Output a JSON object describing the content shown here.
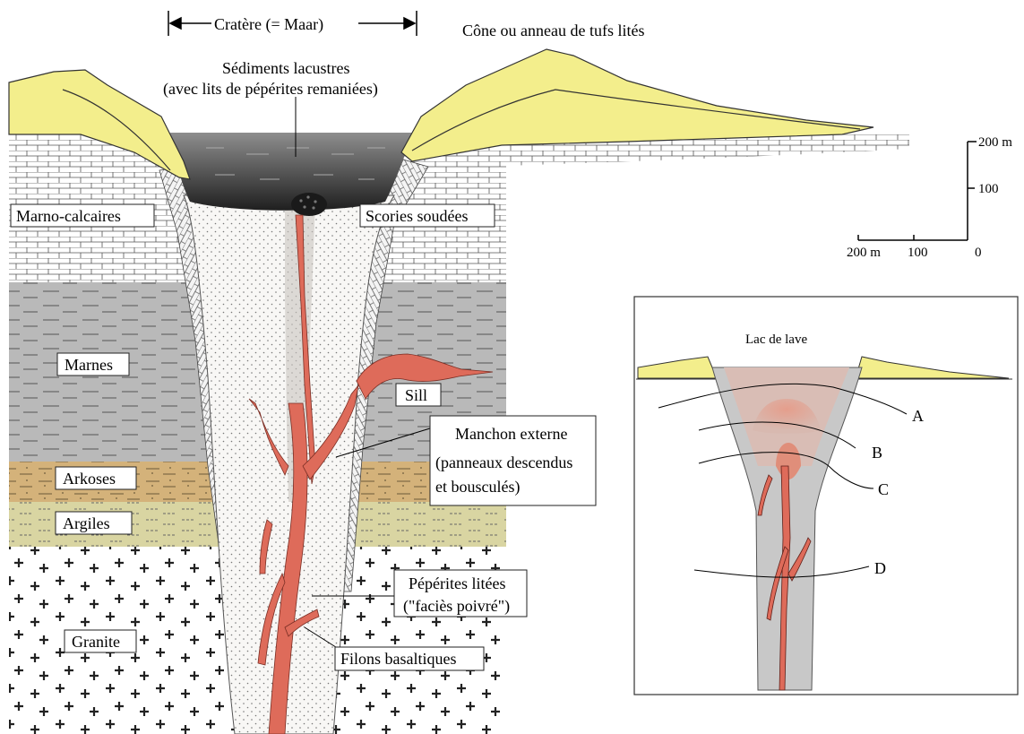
{
  "labels": {
    "cratere": "Cratère (= Maar)",
    "cone": "Cône ou anneau de tufs lités",
    "sediments_1": "Sédiments lacustres",
    "sediments_2": "(avec lits de pépérites remaniées)",
    "marno_calcaires": "Marno-calcaires",
    "scories": "Scories soudées",
    "marnes": "Marnes",
    "sill": "Sill",
    "manchon_1": "Manchon externe",
    "manchon_2": "(panneaux descendus",
    "manchon_3": "et bousculés)",
    "arkoses": "Arkoses",
    "argiles": "Argiles",
    "granite": "Granite",
    "peperites_1": "Pépérites litées",
    "peperites_2": "(\"faciès poivré\")",
    "filons": "Filons basaltiques"
  },
  "scale": {
    "v_200": "200 m",
    "v_100": "100",
    "h_200": "200 m",
    "h_100": "100",
    "zero": "0"
  },
  "inset": {
    "title": "Lac de lave",
    "stages": [
      "A",
      "B",
      "C",
      "D"
    ]
  },
  "colors": {
    "tuff": "#f3ee8c",
    "limestone": "#ffffff",
    "marl": "#b9b9b9",
    "arkose": "#d4b27a",
    "clay": "#d9d5a2",
    "granite": "#ffffff",
    "conduit": "#f7f6f4",
    "lake_sediment": "#2f2f2f",
    "dyke": "#de6b5a",
    "inset_gray": "#c8c8c8",
    "inset_pink": "#e2b0a2"
  }
}
